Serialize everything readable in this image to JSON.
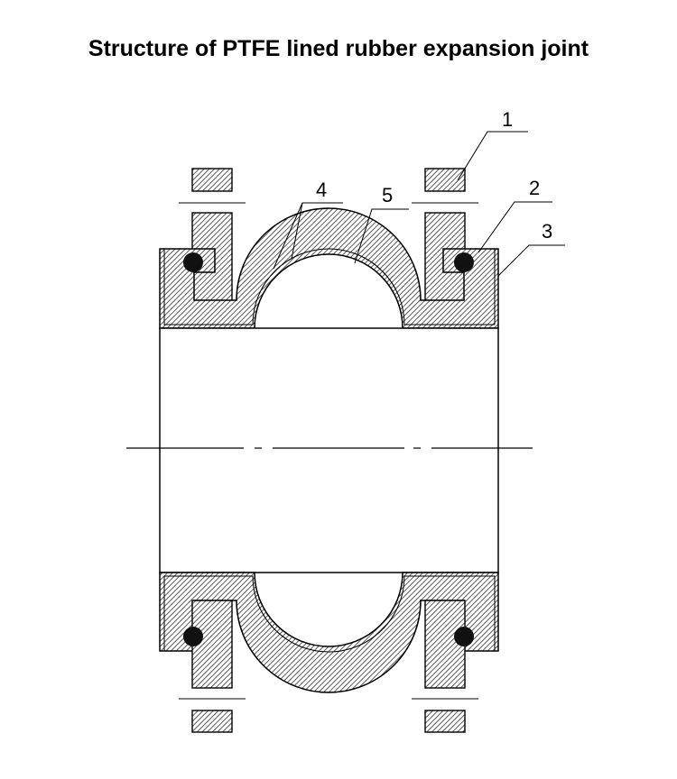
{
  "title": "Structure of PTFE lined rubber expansion joint",
  "callouts": [
    {
      "label": "1"
    },
    {
      "label": "2"
    },
    {
      "label": "3"
    },
    {
      "label": "4"
    },
    {
      "label": "5"
    }
  ],
  "colors": {
    "line": "#000000",
    "hatch": "#3a3a3a",
    "background": "#ffffff"
  }
}
